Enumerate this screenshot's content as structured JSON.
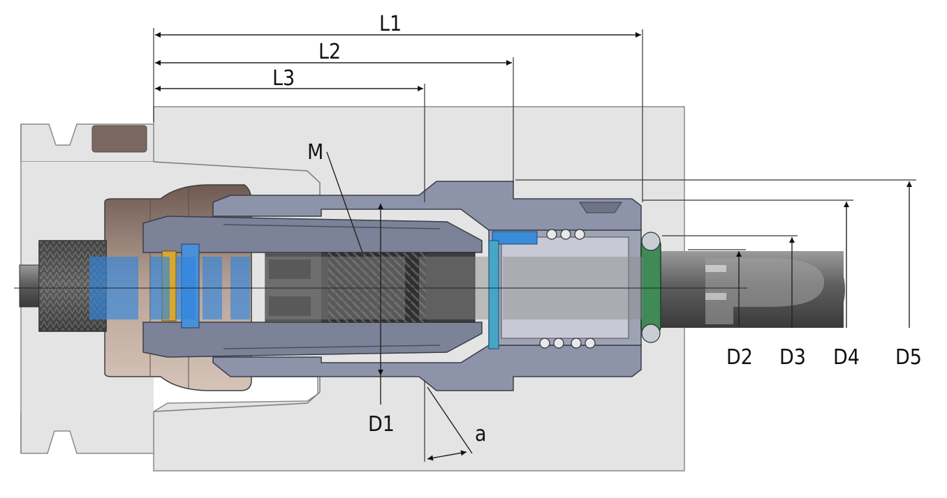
{
  "labels": {
    "L1": "L1",
    "L2": "L2",
    "L3": "L3",
    "M": "M",
    "D1": "D1",
    "D2": "D2",
    "D3": "D3",
    "D4": "D4",
    "D5": "D5",
    "a": "a"
  },
  "colors": {
    "housing": "#e3e3e3",
    "body_blue_gray": "#8d93a8",
    "body_dark": "#5d6275",
    "bronze": "#a38e82",
    "shaft": "#6b6b6b",
    "watermark_blue": "#3c8fe0",
    "watermark_gray": "#808080",
    "seal_green": "#3f8a55"
  }
}
